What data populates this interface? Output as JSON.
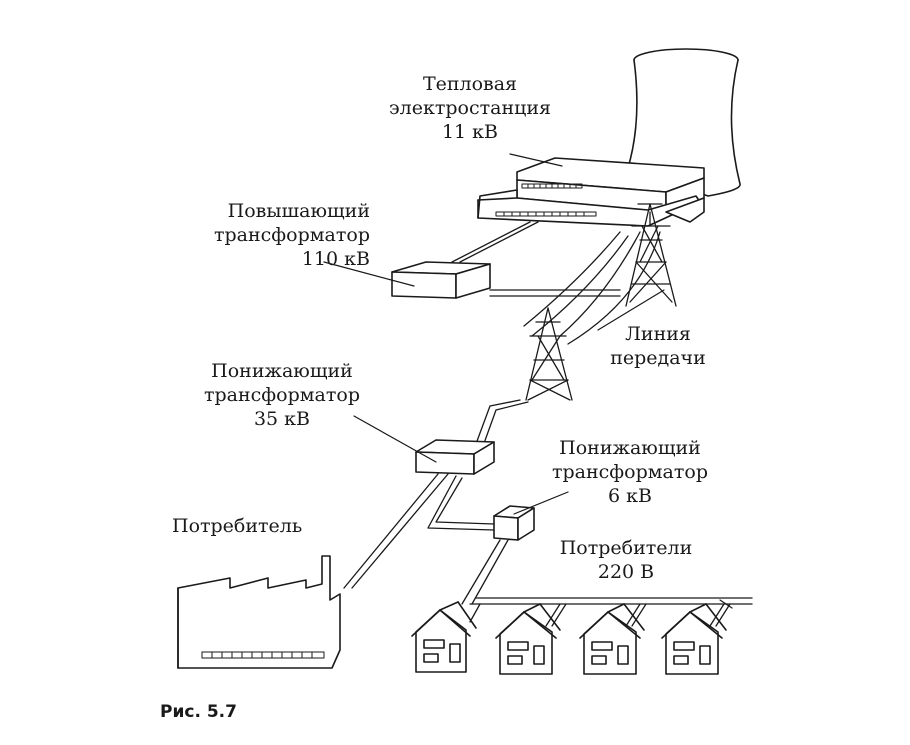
{
  "labels": {
    "power_plant": {
      "line1": "Тепловая",
      "line2": "электростанция",
      "line3": "11 кВ"
    },
    "step_up": {
      "line1": "Повышающий",
      "line2": "трансформатор",
      "line3": "110 кВ"
    },
    "line": {
      "line1": "Линия",
      "line2": "передачи"
    },
    "step_down_35": {
      "line1": "Понижающий",
      "line2": "трансформатор",
      "line3": "35 кВ"
    },
    "step_down_6": {
      "line1": "Понижающий",
      "line2": "трансформатор",
      "line3": "6 кВ"
    },
    "consumer": {
      "line1": "Потребитель"
    },
    "consumers": {
      "line1": "Потребители",
      "line2": "220 В"
    }
  },
  "caption": "Рис. 5.7",
  "colors": {
    "ink": "#1a1a1a",
    "paper": "#ffffff"
  }
}
